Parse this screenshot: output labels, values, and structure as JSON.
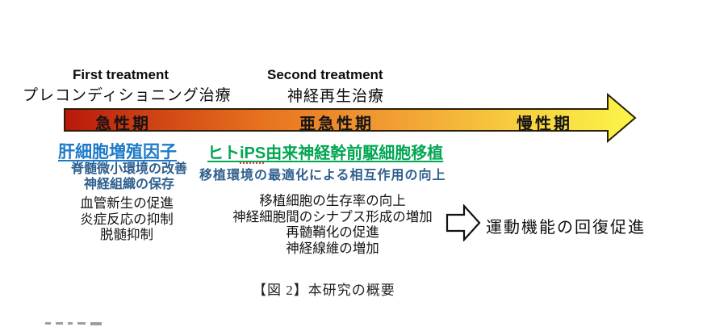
{
  "header": {
    "first_treatment": {
      "title_en": "First treatment",
      "title_ja": "プレコンディショニング治療"
    },
    "second_treatment": {
      "title_en": "Second treatment",
      "title_ja": "神経再生治療"
    }
  },
  "timeline": {
    "phases": [
      {
        "label": "急性期"
      },
      {
        "label": "亜急性期"
      },
      {
        "label": "慢性期"
      }
    ]
  },
  "first_column": {
    "heading": "肝細胞増殖因子",
    "subpoints_blue": [
      "脊髄微小環境の改善",
      "神経組織の保存"
    ],
    "effects": [
      "血管新生の促進",
      "炎症反応の抑制",
      "脱髄抑制"
    ]
  },
  "second_column": {
    "heading_parts": {
      "pre": "ヒト",
      "ips": "iPS",
      "post": "由来神経幹前駆細胞移植"
    },
    "subpoint_blue": "移植環境の最適化による相互作用の向上",
    "effects": [
      "移植細胞の生存率の向上",
      "神経細胞間のシナプス形成の増加",
      "再髄鞘化の促進",
      "神経線維の増加"
    ]
  },
  "outcome": {
    "label": "運動機能の回復促進"
  },
  "caption": "【図 2】本研究の概要",
  "colors": {
    "gradient_start": "#b8180b",
    "gradient_mid": "#e8731f",
    "gradient_end": "#fcf549",
    "heading_blue": "#1e7ac8",
    "heading_green": "#00a651",
    "subtext_blue": "#2e5f8f"
  }
}
